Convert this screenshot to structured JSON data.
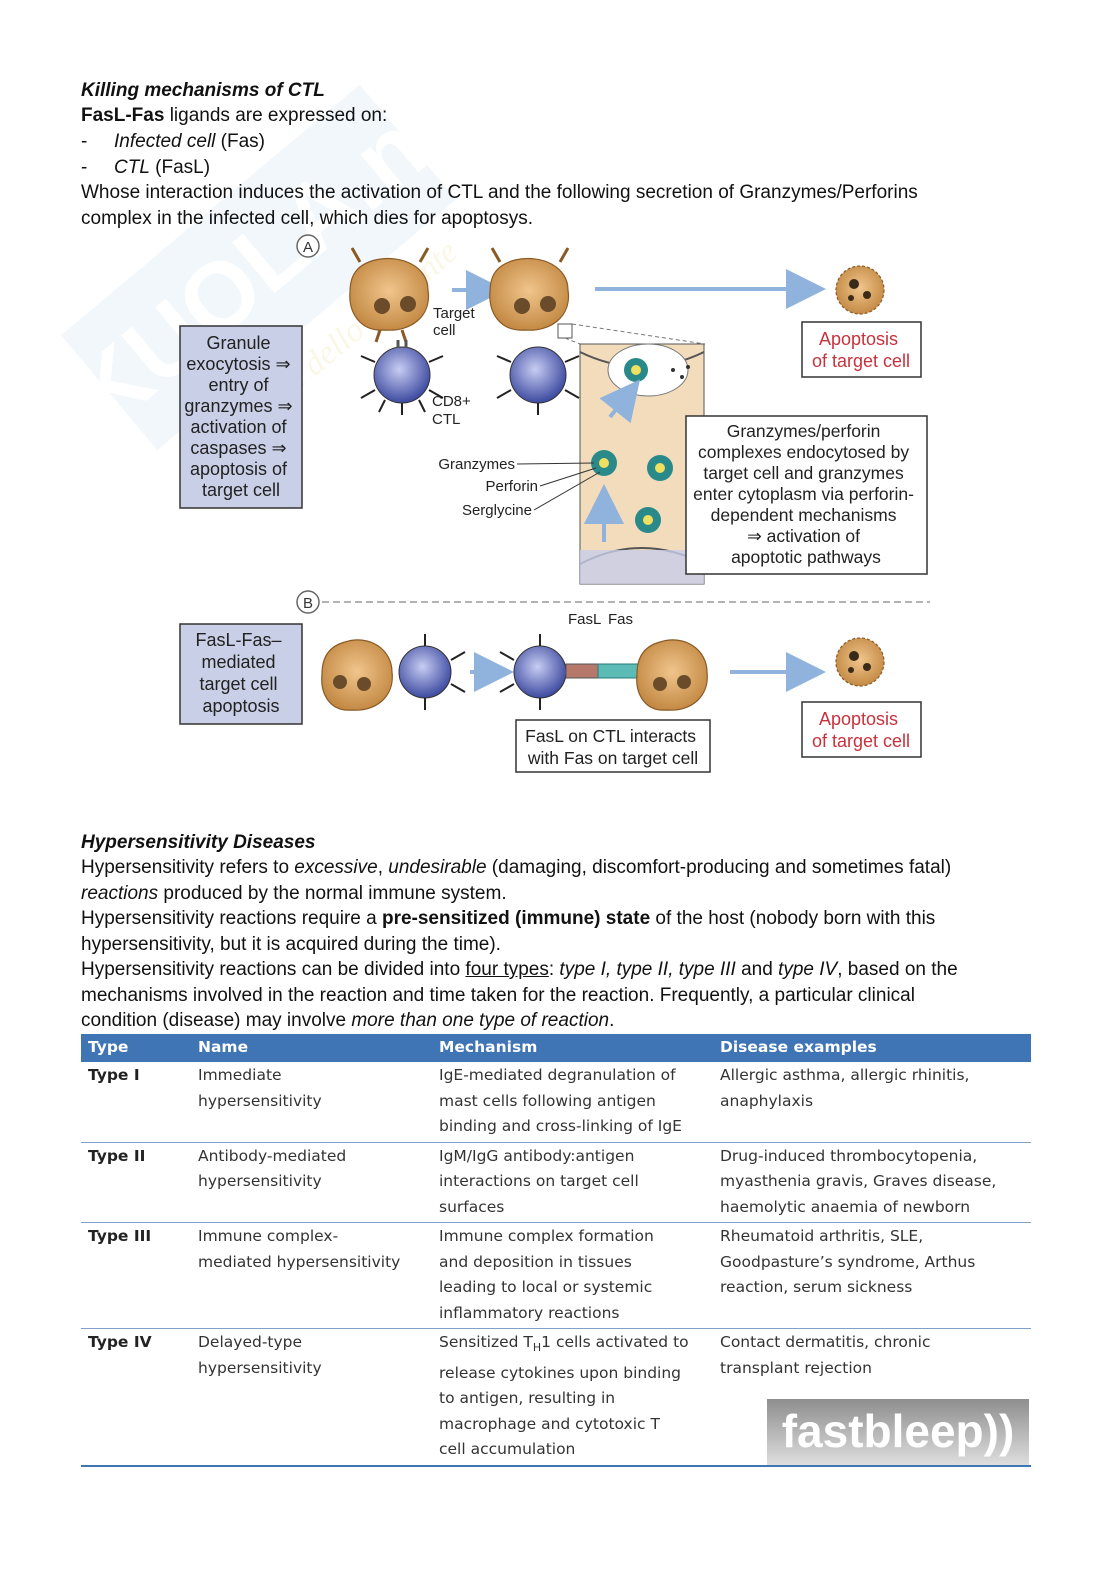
{
  "section1": {
    "heading": "Killing mechanisms of CTL",
    "line1_bold": "FasL-Fas",
    "line1_rest": " ligands are expressed on:",
    "items": [
      {
        "bullet": "-",
        "italic": "Infected cell",
        "rest": " (Fas)"
      },
      {
        "bullet": "-",
        "italic": "CTL",
        "rest": " (FasL)"
      }
    ],
    "para": [
      "Whose interaction induces the activation of CTL and the following secretion of Granzymes/Perforins",
      "complex in the infected cell, which dies for apoptosys."
    ]
  },
  "figure": {
    "label_a": "A",
    "label_b": "B",
    "box_granule": [
      "Granule",
      "exocytosis ⇒",
      "entry of",
      "granzymes ⇒",
      "activation of",
      "caspases ⇒",
      "apoptosis of",
      "target cell"
    ],
    "target_cell": [
      "Target",
      "cell"
    ],
    "cd8": [
      "CD8+",
      "CTL"
    ],
    "granzymes": "Granzymes",
    "perforin": "Perforin",
    "serglycine": "Serglycine",
    "apoptosis_box": [
      "Apoptosis",
      "of target cell"
    ],
    "box_complex": [
      "Granzymes/perforin",
      "complexes endocytosed by",
      "target cell and granzymes",
      "enter cytoplasm via perforin-",
      "dependent mechanisms",
      "⇒ activation of",
      "apoptotic pathways"
    ],
    "box_fasl_fas": [
      "FasL-Fas–",
      "mediated",
      "target cell",
      "apoptosis"
    ],
    "fasl": "FasL",
    "fas": "Fas",
    "box_interacts": [
      "FasL on CTL interacts",
      "with Fas on target cell"
    ],
    "watermark": "SKUOLA.net",
    "watermark_sub": "il portale dello studente",
    "colors": {
      "cell": "#d9a86a",
      "ctl": "#5a6bbf",
      "box_fill": "#c9cfe6",
      "apoptosis_text": "#c8323c",
      "arrow": "#8fb3dc"
    }
  },
  "section2": {
    "heading": "Hypersensitivity Diseases",
    "p1_a": "Hypersensitivity refers to ",
    "p1_b": "excessive",
    "p1_c": ", ",
    "p1_d": "undesirable",
    "p1_e": " (damaging, discomfort-producing and sometimes fatal)",
    "p1_f": "reactions",
    "p1_g": " produced by the normal immune system.",
    "p2_a": "Hypersensitivity reactions require a ",
    "p2_b": "pre-sensitized (immune) state",
    "p2_c": " of the host (nobody born with this",
    "p2_d": "hypersensitivity, but it is acquired during the time).",
    "p3_a": "Hypersensitivity reactions can be divided into ",
    "p3_b": "four types",
    "p3_c": ": ",
    "p3_d": "type I, type II, type III",
    "p3_e": " and ",
    "p3_f": "type IV",
    "p3_g": ", based on the",
    "p3_h": "mechanisms involved in the reaction and time taken for the reaction. Frequently, a particular clinical",
    "p3_i": "condition (disease) may involve ",
    "p3_j": "more than one type of reaction",
    "p3_k": "."
  },
  "table": {
    "headers": [
      "Type",
      "Name",
      "Mechanism",
      "Disease examples"
    ],
    "rows": [
      {
        "type": "Type I",
        "name": [
          "Immediate",
          "hypersensitivity"
        ],
        "mechanism": [
          "IgE-mediated degranulation of",
          "mast cells following antigen",
          "binding and cross-linking of IgE"
        ],
        "disease": [
          "Allergic asthma, allergic rhinitis,",
          "anaphylaxis"
        ]
      },
      {
        "type": "Type II",
        "name": [
          "Antibody-mediated",
          "hypersensitivity"
        ],
        "mechanism": [
          "IgM/IgG antibody:antigen",
          "interactions on target cell",
          "surfaces"
        ],
        "disease": [
          "Drug-induced thrombocytopenia,",
          "myasthenia gravis, Graves disease,",
          "haemolytic anaemia of newborn"
        ]
      },
      {
        "type": "Type III",
        "name": [
          "Immune complex-",
          "mediated hypersensitivity"
        ],
        "mechanism": [
          "Immune complex formation",
          "and deposition in tissues",
          "leading to local or systemic",
          "inflammatory reactions"
        ],
        "disease": [
          "Rheumatoid arthritis, SLE,",
          "Goodpasture’s syndrome, Arthus",
          "reaction, serum sickness"
        ]
      },
      {
        "type": "Type IV",
        "name": [
          "Delayed-type",
          "hypersensitivity"
        ],
        "mechanism_t": "Sensitized T",
        "mechanism_sub": "H",
        "mechanism_rest": "1 cells activated to",
        "mechanism": [
          "release cytokines upon binding",
          "to antigen, resulting in",
          "macrophage and cytotoxic T",
          "cell accumulation"
        ],
        "disease": [
          "Contact dermatitis, chronic",
          "transplant rejection"
        ]
      }
    ],
    "logo_text": "fastbleep))"
  }
}
